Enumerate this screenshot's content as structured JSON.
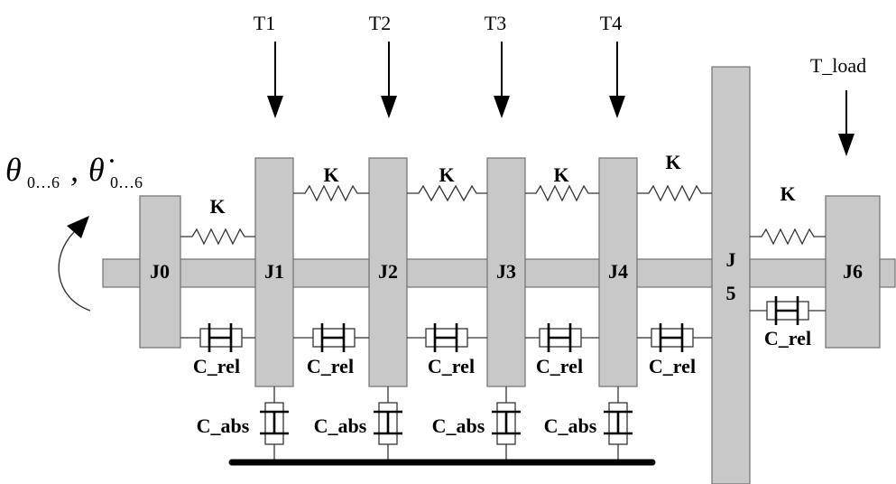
{
  "state_label": {
    "theta": "θ",
    "theta_sub": "0…6",
    "comma": ",",
    "theta_dot": "θ̇",
    "theta_dot_sub": "0…6"
  },
  "joints": [
    "J0",
    "J1",
    "J2",
    "J3",
    "J4",
    "J5",
    "J6"
  ],
  "j5_letter": "J",
  "j5_number": "5",
  "torques": [
    "T1",
    "T2",
    "T3",
    "T4",
    "T_load"
  ],
  "spring_label": "K",
  "relative_damper_label": "C_rel",
  "absolute_damper_label": "C_abs",
  "colors": {
    "disk_fill": "#c8c8c8",
    "outline": "#707070",
    "line": "#000000"
  }
}
